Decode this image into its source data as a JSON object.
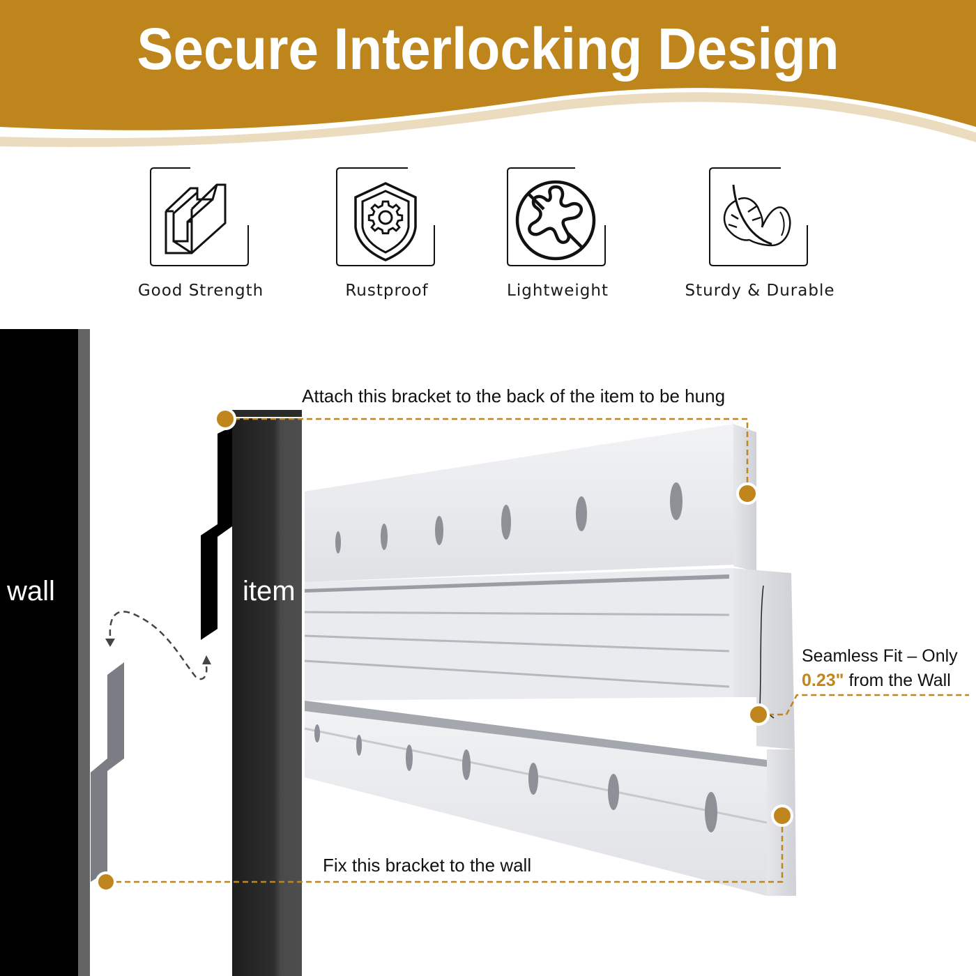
{
  "header": {
    "title": "Secure Interlocking Design",
    "bg_color": "#bd851c",
    "wave_shadow_color": "#ecdcbf"
  },
  "features": [
    {
      "label": "Good Strength",
      "icon": "u-channel-icon"
    },
    {
      "label": "Rustproof",
      "icon": "shield-gear-icon"
    },
    {
      "label": "Lightweight",
      "icon": "no-heavy-icon"
    },
    {
      "label": "Sturdy & Durable",
      "icon": "feather-icon"
    }
  ],
  "diagram": {
    "wall_label": "wall",
    "item_label": "item",
    "top_callout": "Attach this bracket to the back of the item to be hung",
    "bottom_callout": "Fix this bracket to the wall",
    "side_callout": {
      "line1": "Seamless Fit – Only",
      "highlight": "0.23\"",
      "line2_rest": " from the Wall"
    },
    "accent_color": "#c0861d"
  }
}
